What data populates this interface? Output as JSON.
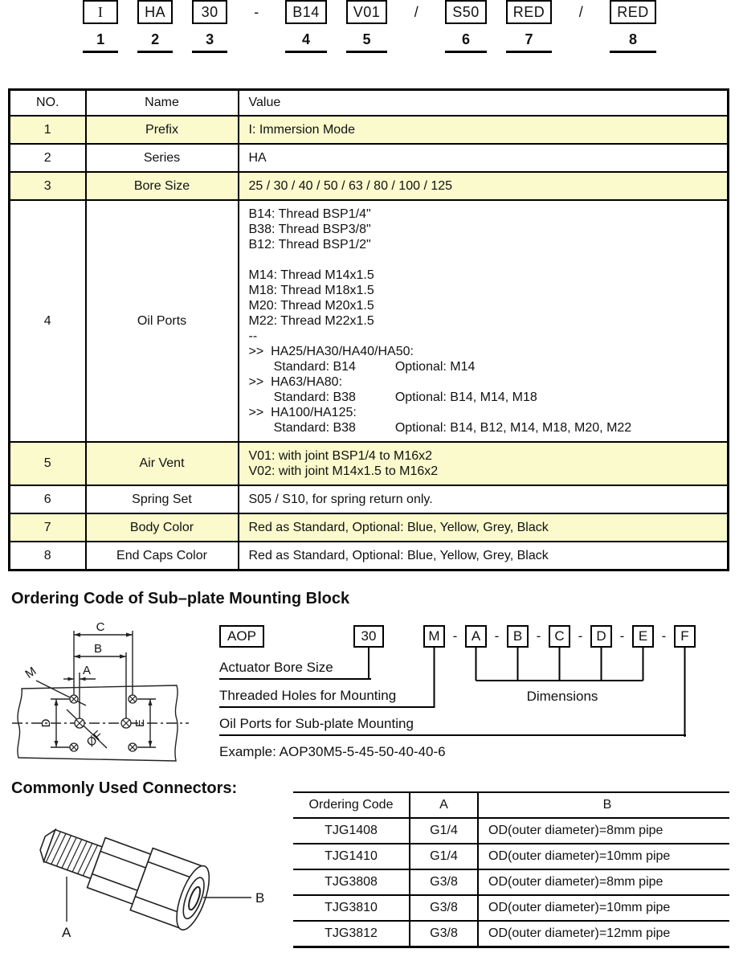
{
  "ordering_code": {
    "items": [
      {
        "type": "box",
        "code": "I",
        "num": "1",
        "serif": true
      },
      {
        "type": "box",
        "code": "HA",
        "num": "2"
      },
      {
        "type": "box",
        "code": "30",
        "num": "3"
      },
      {
        "type": "sep",
        "code": "-"
      },
      {
        "type": "box",
        "code": "B14",
        "num": "4"
      },
      {
        "type": "box",
        "code": "V01",
        "num": "5"
      },
      {
        "type": "sep",
        "code": "/"
      },
      {
        "type": "box",
        "code": "S50",
        "num": "6"
      },
      {
        "type": "box",
        "code": "RED",
        "num": "7"
      },
      {
        "type": "sep",
        "code": "/"
      },
      {
        "type": "box",
        "code": "RED",
        "num": "8"
      }
    ]
  },
  "spec_table": {
    "headers": [
      "NO.",
      "Name",
      "Value"
    ],
    "highlight_color": "#FAFACD",
    "rows": [
      {
        "no": "1",
        "name": "Prefix",
        "highlight": true,
        "value_lines": [
          "I: Immersion Mode"
        ]
      },
      {
        "no": "2",
        "name": "Series",
        "highlight": false,
        "value_lines": [
          "HA"
        ]
      },
      {
        "no": "3",
        "name": "Bore Size",
        "highlight": true,
        "value_lines": [
          "25 / 30 / 40 / 50 / 63 / 80 / 100 / 125"
        ]
      },
      {
        "no": "4",
        "name": "Oil Ports",
        "highlight": false,
        "value_lines": [
          "B14: Thread BSP1/4\"",
          "B38: Thread BSP3/8\"",
          "B12: Thread BSP1/2\"",
          "",
          "M14: Thread M14x1.5",
          "M18: Thread M18x1.5",
          "M20: Thread M20x1.5",
          "M22: Thread M22x1.5",
          "--",
          ">>  HA25/HA30/HA40/HA50:",
          "       Standard: B14           Optional: M14",
          ">>  HA63/HA80:",
          "       Standard: B38           Optional: B14, M14, M18",
          ">>  HA100/HA125:",
          "       Standard: B38           Optional: B14, B12, M14, M18, M20, M22"
        ]
      },
      {
        "no": "5",
        "name": "Air Vent",
        "highlight": true,
        "value_lines": [
          "V01: with joint BSP1/4 to M16x2",
          "V02: with joint M14x1.5 to M16x2"
        ]
      },
      {
        "no": "6",
        "name": "Spring Set",
        "highlight": false,
        "value_lines": [
          "S05 / S10, for spring return only."
        ]
      },
      {
        "no": "7",
        "name": "Body Color",
        "highlight": true,
        "value_lines": [
          "Red as Standard, Optional: Blue, Yellow, Grey, Black"
        ]
      },
      {
        "no": "8",
        "name": "End Caps Color",
        "highlight": false,
        "value_lines": [
          "Red as Standard, Optional: Blue, Yellow, Grey, Black"
        ]
      }
    ]
  },
  "subplate_section": {
    "title": "Ordering Code of Sub–plate Mounting Block",
    "code_boxes": {
      "prefix": "AOP",
      "bore": "30",
      "letters": [
        "M",
        "A",
        "B",
        "C",
        "D",
        "E",
        "F"
      ],
      "sep": "-"
    },
    "labels": {
      "actuator_bore_size": "Actuator Bore Size",
      "threaded_holes": "Threaded Holes for Mounting",
      "dimensions": "Dimensions",
      "oil_ports": "Oil Ports for Sub-plate Mounting",
      "example": "Example: AOP30M5-5-45-50-40-40-6"
    },
    "drawing_labels": {
      "c": "C",
      "b": "B",
      "a": "A",
      "m": "M",
      "d": "D",
      "e": "E",
      "f": "ØF"
    }
  },
  "connectors_section": {
    "title": "Commonly Used Connectors:",
    "drawing_labels": {
      "a": "A",
      "b": "B"
    },
    "table": {
      "headers": [
        "Ordering Code",
        "A",
        "B"
      ],
      "rows": [
        [
          "TJG1408",
          "G1/4",
          "OD(outer diameter)=8mm pipe"
        ],
        [
          "TJG1410",
          "G1/4",
          "OD(outer diameter)=10mm pipe"
        ],
        [
          "TJG3808",
          "G3/8",
          "OD(outer diameter)=8mm pipe"
        ],
        [
          "TJG3810",
          "G3/8",
          "OD(outer diameter)=10mm pipe"
        ],
        [
          "TJG3812",
          "G3/8",
          "OD(outer diameter)=12mm pipe"
        ]
      ]
    }
  }
}
